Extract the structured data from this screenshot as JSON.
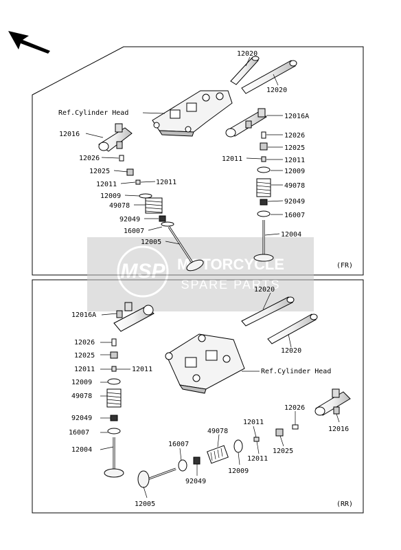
{
  "colors": {
    "ink": "#000000",
    "part_fill": "#f2f2f2",
    "part_shade": "#bdbdbd",
    "watermark": "#c8c8c8",
    "watermark_text": "#ffffff"
  },
  "watermark": {
    "logo": "MSP",
    "line1": "MOTORCYCLE",
    "line2": "SPARE PARTS"
  },
  "front_view": {
    "view_code": "(FR)",
    "labels": {
      "shaft_a": "12020",
      "shaft_b": "12020",
      "cylinder_head": "Ref.Cylinder Head",
      "rocker_right": "12016A",
      "rocker_left": "12016",
      "adjuster_screw_left": "12026",
      "adjuster_screw_right": "12026",
      "nut_left": "12025",
      "nut_right": "12025",
      "cotter_left_a": "12011",
      "cotter_left_b": "12011",
      "cotter_right_a": "12011",
      "cotter_right_b": "12011",
      "retainer_left": "12009",
      "retainer_right": "12009",
      "spring_left": "49078",
      "spring_right": "49078",
      "seal_left": "92049",
      "seal_right": "92049",
      "seat_left": "16007",
      "seat_right": "16007",
      "valve_left": "12005",
      "valve_right": "12004"
    }
  },
  "rear_view": {
    "view_code": "(RR)",
    "labels": {
      "shaft_a": "12020",
      "shaft_b": "12020",
      "cylinder_head": "Ref.Cylinder Head",
      "rocker_left": "12016A",
      "rocker_right": "12016",
      "adjuster_screw_left": "12026",
      "adjuster_screw_right": "12026",
      "nut_left": "12025",
      "nut_right": "12025",
      "cotter_left_a": "12011",
      "cotter_left_b": "12011",
      "cotter_right_a": "12011",
      "cotter_right_b": "12011",
      "retainer_left": "12009",
      "retainer_right": "12009",
      "spring_left": "49078",
      "spring_right": "49078",
      "seal_left": "92049",
      "seal_right": "92049",
      "seat_left": "16007",
      "seat_right": "16007",
      "valve_left": "12004",
      "valve_right": "12005"
    }
  }
}
